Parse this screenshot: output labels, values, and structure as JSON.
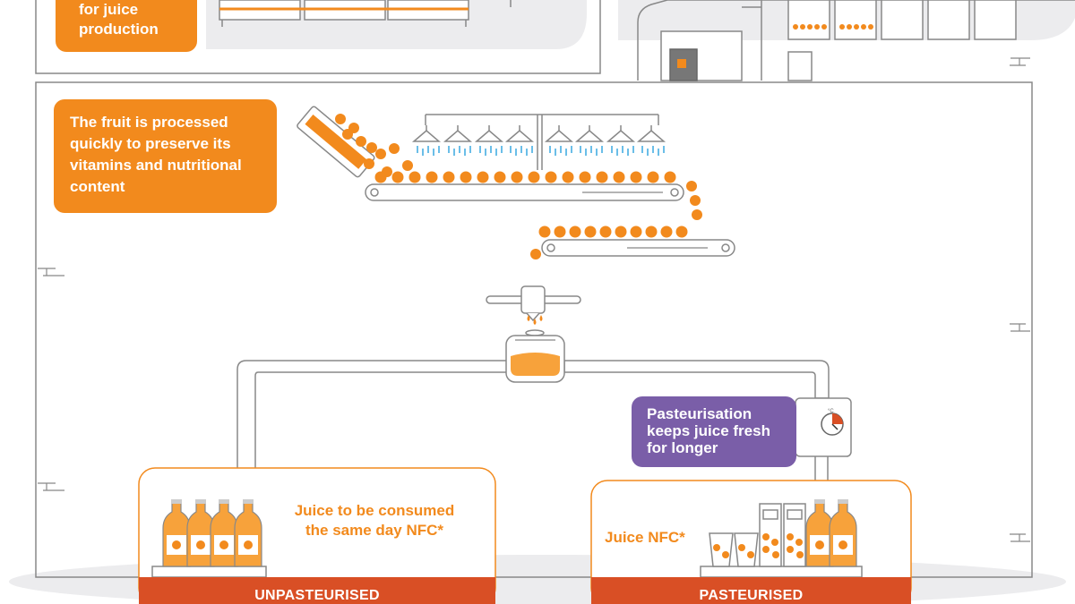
{
  "callouts": {
    "juice_production": "for juice\nproduction",
    "processed": "The fruit is processed quickly to preserve its vitamins and nutritional content",
    "pasteurisation": "Pasteurisation keeps juice fresh for longer"
  },
  "labels": {
    "same_day": "Juice to be consumed the same day NFC*",
    "juice_nfc": "Juice NFC*"
  },
  "banners": {
    "unpasteurised": "UNPASTEURISED",
    "pasteurised": "PASTEURISED"
  },
  "gauge": {
    "unit": "°C"
  },
  "colors": {
    "orange": "#f28a1d",
    "purple": "#7a5ea8",
    "red_banner": "#d94f25",
    "water": "#3aa9e0",
    "line": "#888888",
    "light_gray": "#ececee"
  }
}
